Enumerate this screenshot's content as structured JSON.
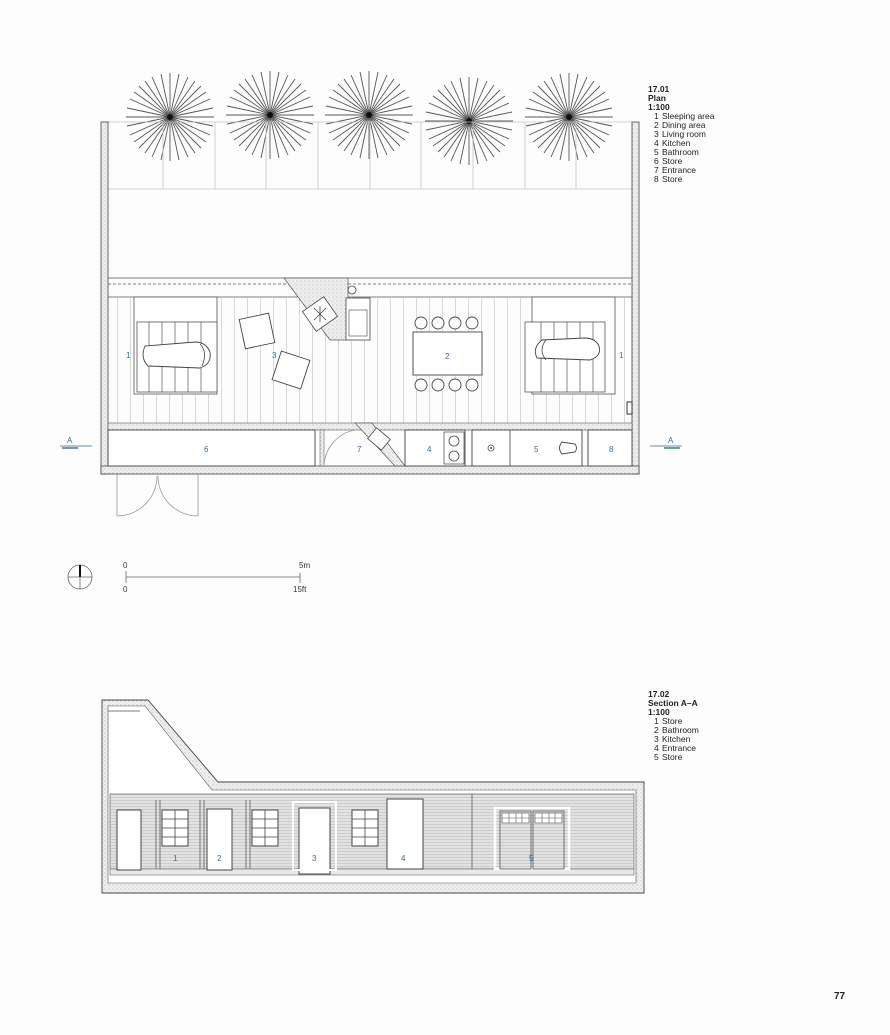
{
  "plan": {
    "number": "17.01",
    "title": "Plan",
    "scale": "1:100",
    "legend": [
      {
        "n": "1",
        "label": "Sleeping area"
      },
      {
        "n": "2",
        "label": "Dining area"
      },
      {
        "n": "3",
        "label": "Living room"
      },
      {
        "n": "4",
        "label": "Kitchen"
      },
      {
        "n": "5",
        "label": "Bathroom"
      },
      {
        "n": "6",
        "label": "Store"
      },
      {
        "n": "7",
        "label": "Entrance"
      },
      {
        "n": "8",
        "label": "Store"
      }
    ],
    "room_labels": {
      "r1a": "1",
      "r1b": "1",
      "r2": "2",
      "r3": "3",
      "r4": "4",
      "r5": "5",
      "r6": "6",
      "r7": "7",
      "r8": "8"
    },
    "section_marker": "A"
  },
  "scale_bar": {
    "metric_start": "0",
    "metric_end": "5m",
    "imperial_start": "0",
    "imperial_end": "15ft"
  },
  "section": {
    "number": "17.02",
    "title": "Section A–A",
    "scale": "1:100",
    "legend": [
      {
        "n": "1",
        "label": "Store"
      },
      {
        "n": "2",
        "label": "Bathroom"
      },
      {
        "n": "3",
        "label": "Kitchen"
      },
      {
        "n": "4",
        "label": "Entrance"
      },
      {
        "n": "5",
        "label": "Store"
      }
    ],
    "room_labels": {
      "s1": "1",
      "s2": "2",
      "s3": "3",
      "s4": "4",
      "s5": "5"
    }
  },
  "colors": {
    "line": "#333333",
    "label_blue": "#3a6a94",
    "hatch": "#d8d8d8",
    "siding": "#dcdcdc"
  },
  "page_number": "77"
}
